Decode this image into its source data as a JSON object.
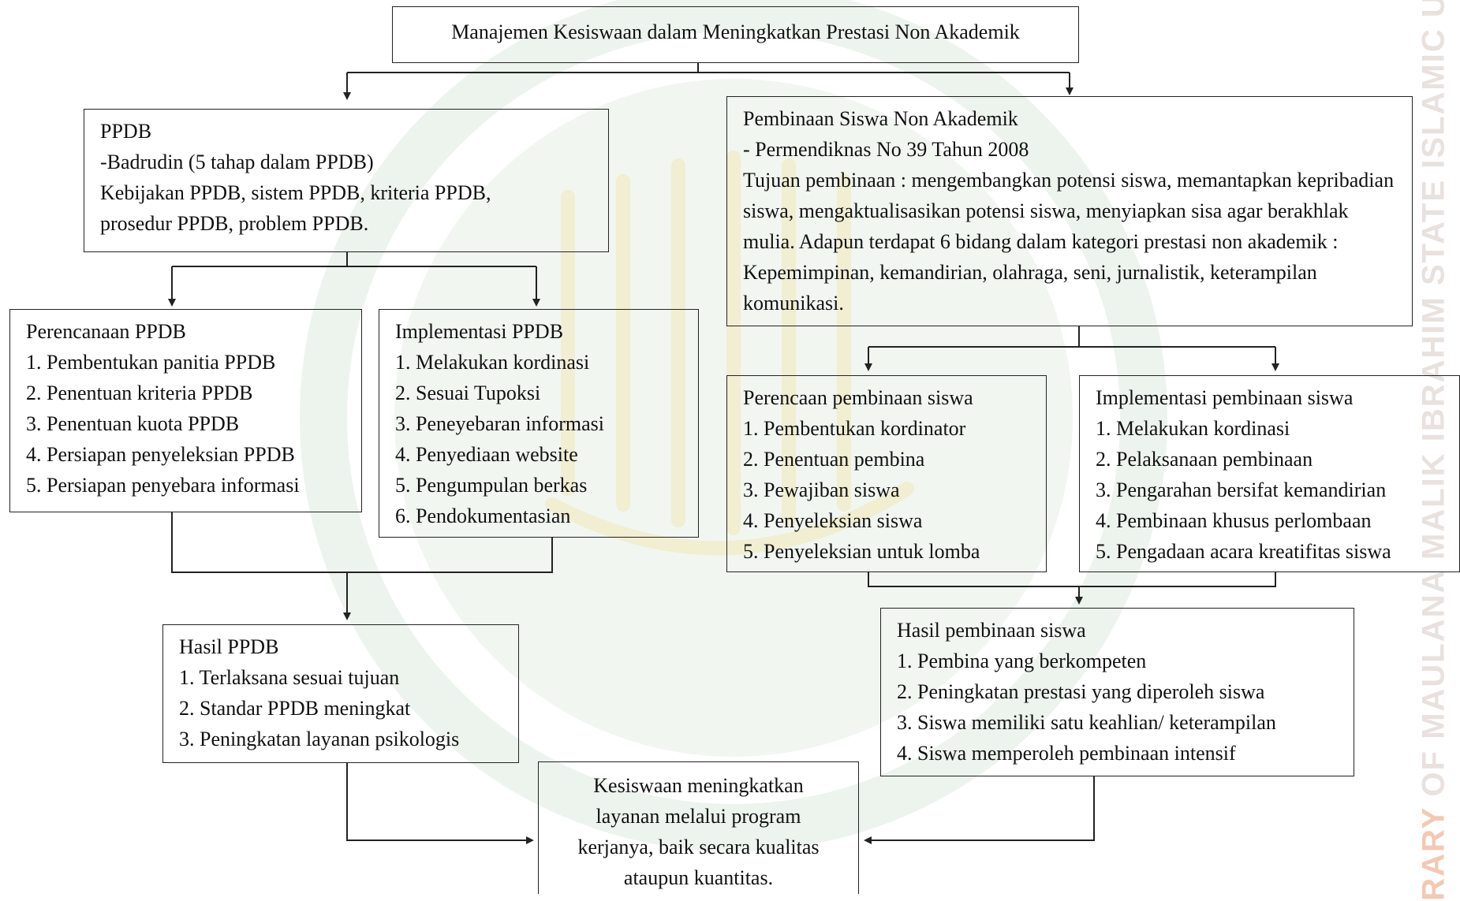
{
  "colors": {
    "line": "#222222",
    "watermark": "#dde9dd",
    "watermark_gold": "#f3eac0"
  },
  "watermark": {
    "side_text_accent": "RARY",
    "side_text": "OF MAULANA MALIK IBRAHIM STATE ISLAMIC U"
  },
  "top": {
    "title": "Manajemen Kesiswaan dalam Meningkatkan Prestasi Non Akademik"
  },
  "ppdb": {
    "title": "PPDB",
    "lines": [
      "-Badrudin (5 tahap dalam PPDB)",
      "Kebijakan PPDB, sistem PPDB, kriteria PPDB,",
      "prosedur PPDB, problem PPDB."
    ]
  },
  "pembinaan": {
    "title": "Pembinaan Siswa Non Akademik",
    "subtitle": "- Permendiknas No 39 Tahun 2008",
    "description": "Tujuan pembinaan : mengembangkan potensi siswa, memantapkan kepribadian siswa, mengaktualisasikan potensi siswa, menyiapkan sisa agar berakhlak mulia. Adapun terdapat 6 bidang dalam kategori prestasi non akademik : Kepemimpinan, kemandirian, olahraga, seni, jurnalistik, keterampilan komunikasi."
  },
  "perencanaan_ppdb": {
    "title": "Perencanaan PPDB",
    "items": [
      "1. Pembentukan panitia PPDB",
      "2. Penentuan kriteria PPDB",
      "3. Penentuan kuota PPDB",
      "4. Persiapan penyeleksian PPDB",
      "5. Persiapan penyebara informasi"
    ]
  },
  "implementasi_ppdb": {
    "title": "Implementasi PPDB",
    "items": [
      "1. Melakukan kordinasi",
      "2. Sesuai Tupoksi",
      "3. Peneyebaran informasi",
      "4. Penyediaan website",
      "5. Pengumpulan berkas",
      "6. Pendokumentasian"
    ]
  },
  "perencanaan_pembinaan": {
    "title": "Perencaan pembinaan siswa",
    "items": [
      "1. Pembentukan kordinator",
      "2. Penentuan pembina",
      "3. Pewajiban siswa",
      "4. Penyeleksian siswa",
      "5. Penyeleksian untuk lomba"
    ]
  },
  "implementasi_pembinaan": {
    "title": "Implementasi pembinaan siswa",
    "items": [
      "1. Melakukan kordinasi",
      "2. Pelaksanaan pembinaan",
      "3. Pengarahan bersifat kemandirian",
      "4. Pembinaan khusus perlombaan",
      "5. Pengadaan acara kreatifitas siswa"
    ]
  },
  "hasil_ppdb": {
    "title": "Hasil PPDB",
    "items": [
      "1. Terlaksana sesuai tujuan",
      "2. Standar PPDB meningkat",
      "3. Peningkatan layanan psikologis"
    ]
  },
  "hasil_pembinaan": {
    "title": "Hasil pembinaan siswa",
    "items": [
      "1. Pembina yang berkompeten",
      "2. Peningkatan prestasi yang diperoleh siswa",
      "3. Siswa memiliki satu keahlian/ keterampilan",
      "4. Siswa memperoleh pembinaan intensif"
    ]
  },
  "conclusion": {
    "lines": [
      "Kesiswaan meningkatkan",
      "layanan melalui program",
      "kerjanya, baik secara kualitas",
      "ataupun kuantitas."
    ]
  }
}
